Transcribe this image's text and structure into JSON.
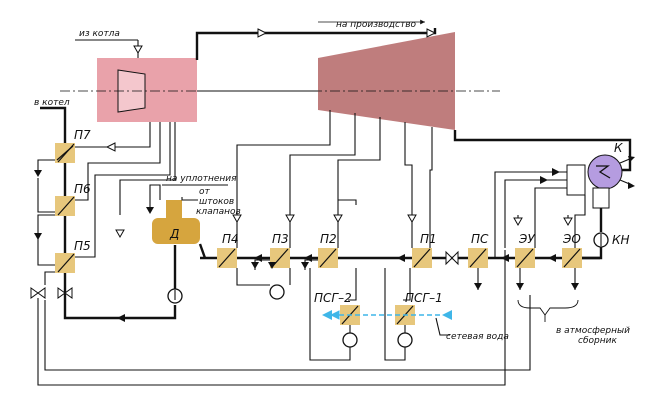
{
  "labels": {
    "from_boiler": "из котла",
    "to_production": "на производство",
    "to_boiler": "в котел",
    "to_seals": "на уплотнения",
    "from_stems_1": "от",
    "from_stems_2": "штоков",
    "from_stems_3": "клапанов",
    "network_water": "сетевая вода",
    "atm_collector_1": "в атмосферный",
    "atm_collector_2": "сборник"
  },
  "equipment": {
    "p7": "П7",
    "p6": "П6",
    "p5": "П5",
    "deaerator": "Д",
    "p4": "П4",
    "p3": "П3",
    "p2": "П2",
    "p1": "П1",
    "ps": "ПС",
    "eu": "ЭУ",
    "eo": "ЭО",
    "psg2": "ПСГ–2",
    "psg1": "ПСГ–1",
    "condenser": "К",
    "condensate_pump": "КН"
  },
  "colors": {
    "hp_cylinder": "#e9a2aa",
    "lp_cylinder": "#bf7d7d",
    "heater": "#e7c77c",
    "deaerator": "#d6a53e",
    "condenser": "#b59ce0",
    "network_water_arrow": "#3fb6e8"
  }
}
